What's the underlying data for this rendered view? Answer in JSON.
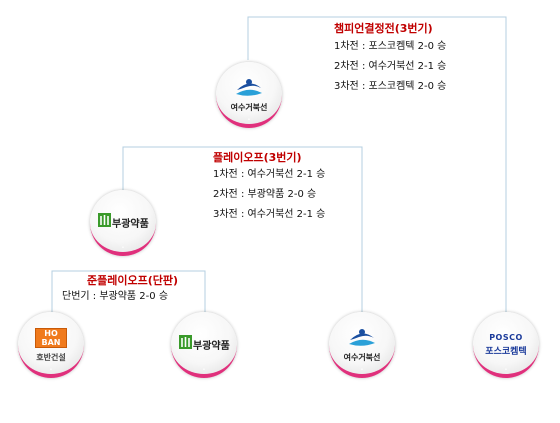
{
  "rounds": {
    "championship": {
      "title": "챔피언결정전(3번기)",
      "results": [
        "1차전 : 포스코켐텍 2-0 승",
        "2차전 : 여수거북선 2-1 승",
        "3차전 : 포스코켐텍 2-0 승"
      ]
    },
    "playoff": {
      "title": "플레이오프(3번기)",
      "results": [
        "1차전 : 여수거북선 2-1 승",
        "2차전 : 부광약품 2-0 승",
        "3차전 : 여수거북선 2-1 승"
      ]
    },
    "semi_playoff": {
      "title": "준플레이오프(단판)",
      "results": [
        "단번기 : 부광약품 2-0 승"
      ]
    }
  },
  "teams": {
    "yeosu": {
      "name": "여수거북선"
    },
    "bukwang": {
      "name": "부광약품"
    },
    "hoban": {
      "name": "호반건설",
      "mark": "HO BAN"
    },
    "posco": {
      "name": "포스코켐텍",
      "mark": "POSCO"
    }
  },
  "colors": {
    "title": "#c00000",
    "line": "#b4cfe0",
    "yeosu_blue": "#1a4fa0",
    "bukwang_green": "#3a9a2a",
    "hoban_orange": "#f07a1c",
    "posco_blue": "#1a3a9a"
  }
}
